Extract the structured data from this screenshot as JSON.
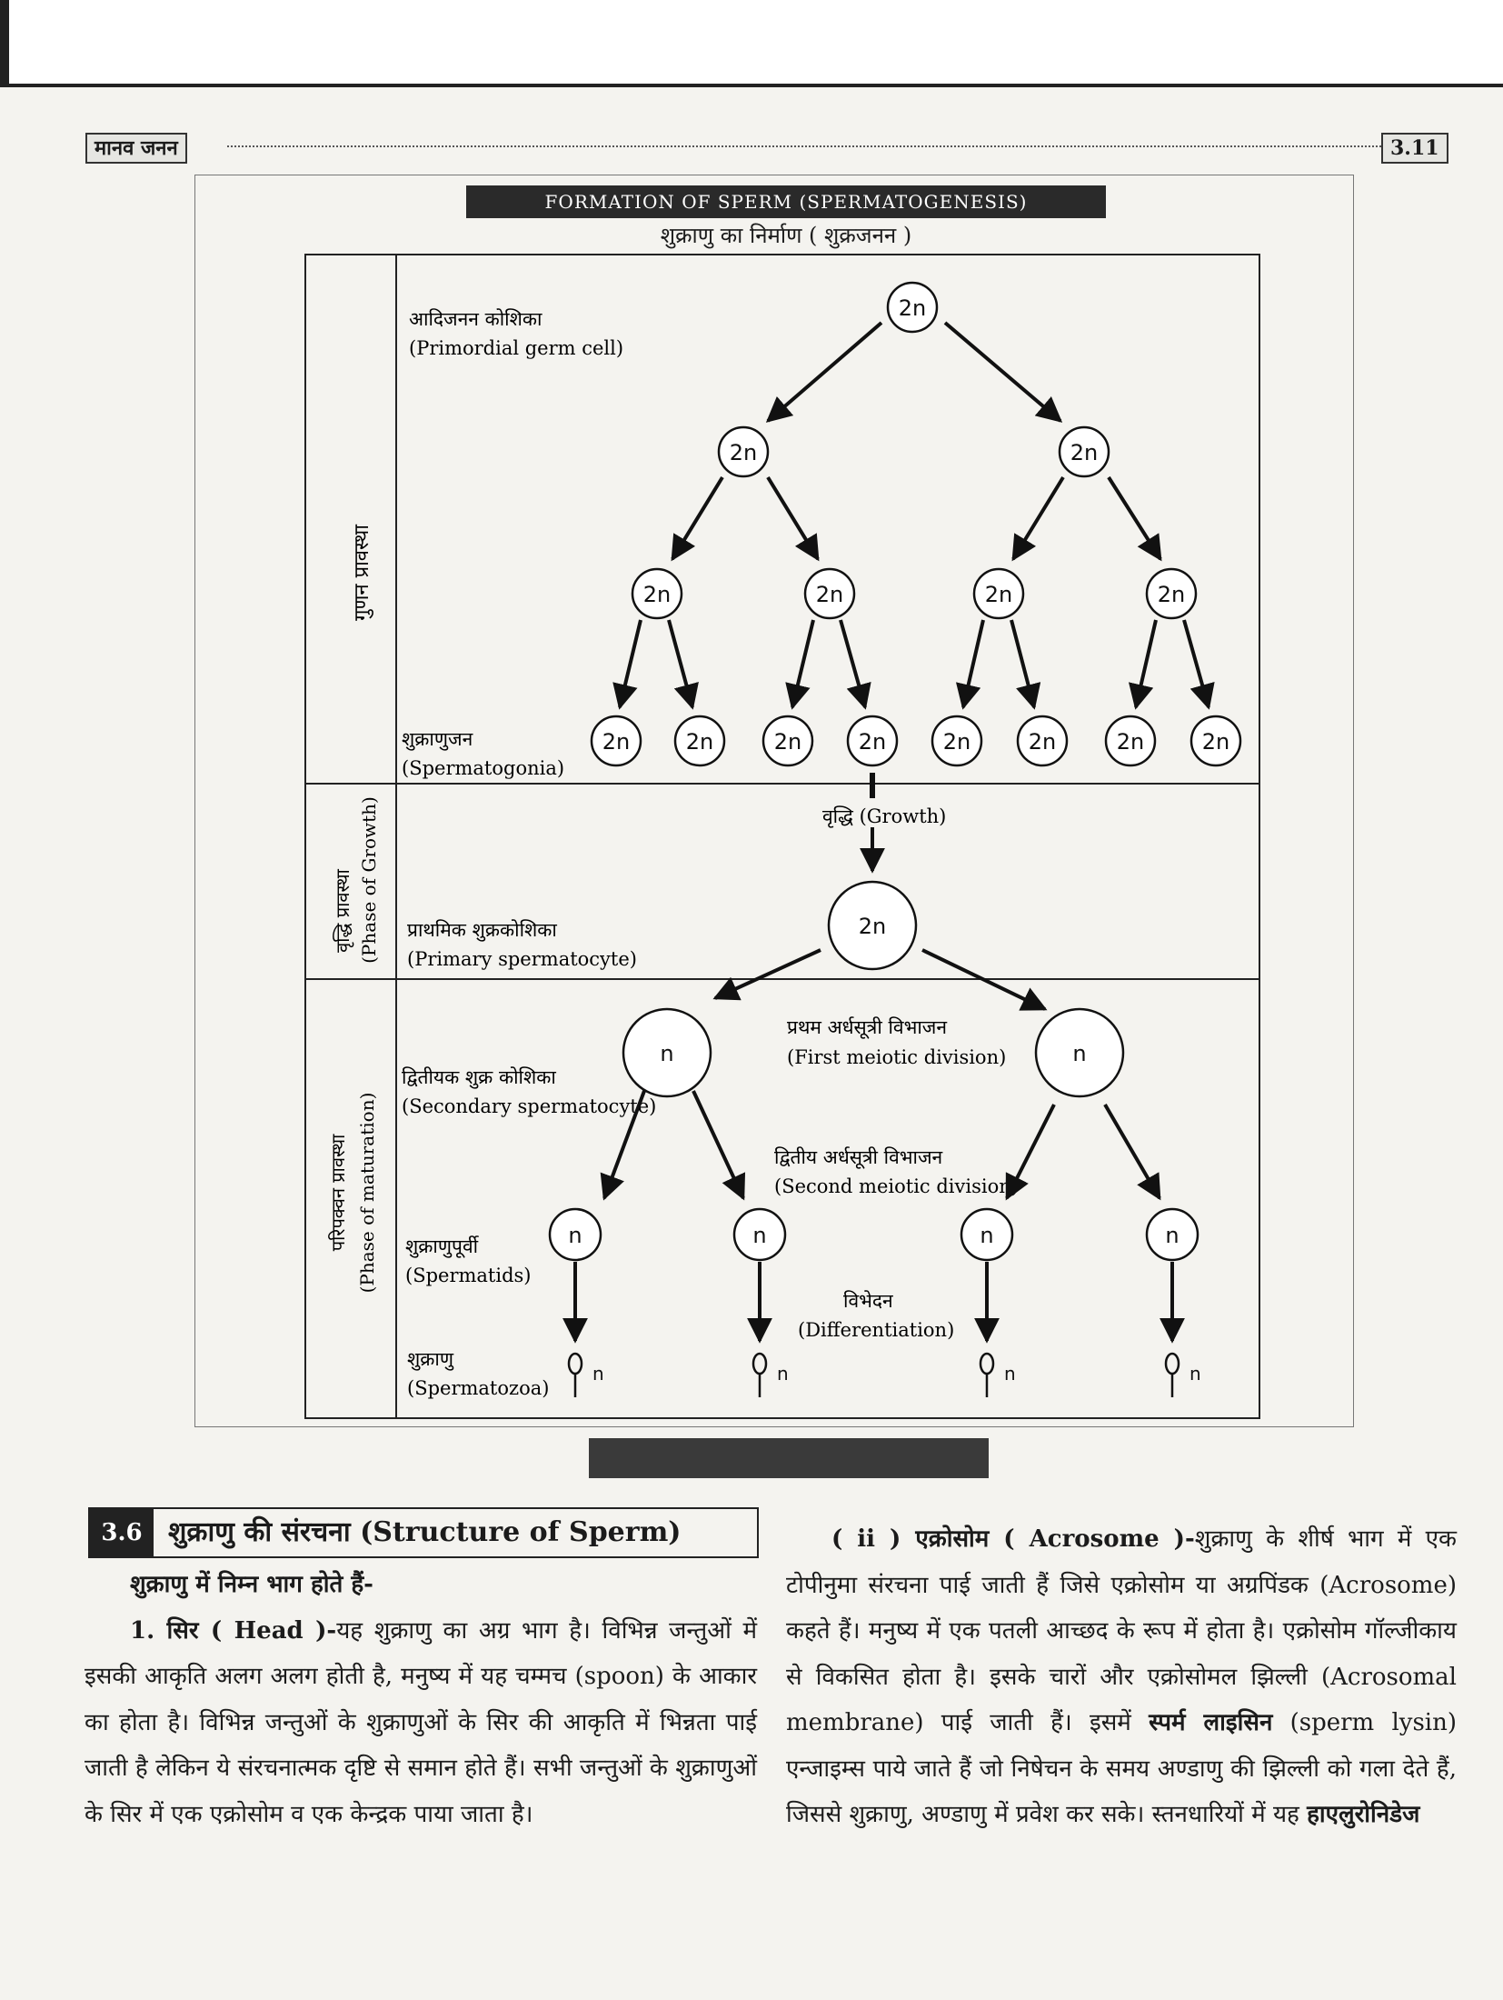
{
  "header": {
    "left": "मानव जनन",
    "right": "3.11"
  },
  "figure": {
    "title": "FORMATION OF SPERM (SPERMATOGENESIS)",
    "subtitle": "शुक्राणु का निर्माण ( शुक्रजनन )",
    "phases": {
      "multiplication": "गुणन प्रावस्था",
      "growth_hi": "वृद्धि प्रावस्था",
      "growth_en": "(Phase of Growth)",
      "maturation_hi": "परिपक्वन प्रावस्था",
      "maturation_en": "(Phase of maturation)"
    },
    "labels": {
      "pgc_hi": "आदिजनन कोशिका",
      "pgc_en": "(Primordial germ cell)",
      "spg_hi": "शुक्राणुजन",
      "spg_en": "(Spermatogonia)",
      "growth": "वृद्धि (Growth)",
      "primary_hi": "प्राथमिक शुक्रकोशिका",
      "primary_en": "(Primary spermatocyte)",
      "first_div_hi": "प्रथम अर्धसूत्री विभाजन",
      "first_div_en": "(First meiotic division)",
      "secondary_hi": "द्वितीयक शुक्र कोशिका",
      "secondary_en": "(Secondary spermatocyte)",
      "second_div_hi": "द्वितीय अर्धसूत्री विभाजन",
      "second_div_en": "(Second meiotic division)",
      "spermatid_hi": "शुक्राणुपूर्वी",
      "spermatid_en": "(Spermatids)",
      "diff_hi": "विभेदन",
      "diff_en": "(Differentiation)",
      "sperm_hi": "शुक्राणु",
      "sperm_en": "(Spermatozoa)"
    },
    "ploidy": {
      "diploid": "2n",
      "haploid": "n"
    }
  },
  "section": {
    "number": "3.6",
    "title": "शुक्राणु की संरचना (Structure of Sperm)",
    "intro": "शुक्राणु में निम्न भाग होते हैं-",
    "head_lead": "1. सिर ( Head )-",
    "head_text": "यह शुक्राणु का अग्र भाग है। विभिन्न जन्तुओं में इसकी आकृति अलग अलग होती है, मनुष्य में यह चम्मच (spoon) के आकार का होता है। विभिन्न जन्तुओं के शुक्राणुओं के सिर की आकृति में भिन्नता पाई जाती है लेकिन ये संरचनात्मक दृष्टि से समान होते हैं। सभी जन्तुओं के शुक्राणुओं के सिर में एक एक्रोसोम व एक केन्द्रक पाया जाता है।",
    "acro_lead": "( ii ) एक्रोसोम ( Acrosome )-",
    "acro_text1": "शुक्राणु के शीर्ष भाग में एक टोपीनुमा संरचना पाई जाती हैं जिसे एक्रोसोम या अग्रपिंडक (Acrosome) कहते हैं। मनुष्य में एक पतली आच्छद के रूप में होता है। एक्रोसोम गॉल्जीकाय से विकसित होता है। इसके चारों और एक्रोसोमल झिल्ली (Acrosomal membrane) पाई जाती हैं। इसमें ",
    "acro_bold1": "स्पर्म लाइसिन",
    "acro_text2": " (sperm lysin) एन्जाइम्स पाये जाते हैं जो निषेचन के समय अण्डाणु की झिल्ली को गला देते हैं, जिससे शुक्राणु, अण्डाणु में प्रवेश कर सके। स्तनधारियों में यह ",
    "acro_bold2": "हाएलुरोनिडेज"
  }
}
